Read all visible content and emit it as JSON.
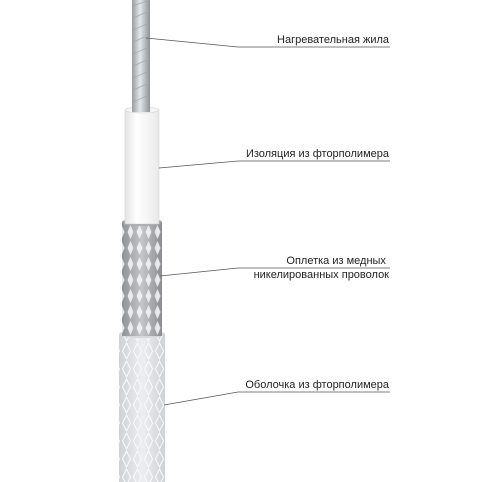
{
  "diagram": {
    "labels": [
      {
        "id": "core",
        "lines": [
          "Нагревательная жила"
        ]
      },
      {
        "id": "insulation",
        "lines": [
          "Изоляция из фторполимера"
        ]
      },
      {
        "id": "braid",
        "lines": [
          "Оплетка из медных",
          "никелированных проволок"
        ]
      },
      {
        "id": "jacket",
        "lines": [
          "Оболочка из фторполимера"
        ]
      }
    ],
    "colors": {
      "core": "#b9bcc0",
      "insulation": "#f7f7f7",
      "braid": "#a9acb0",
      "jacket": "#dfe1e4",
      "leader": "#555555"
    }
  }
}
